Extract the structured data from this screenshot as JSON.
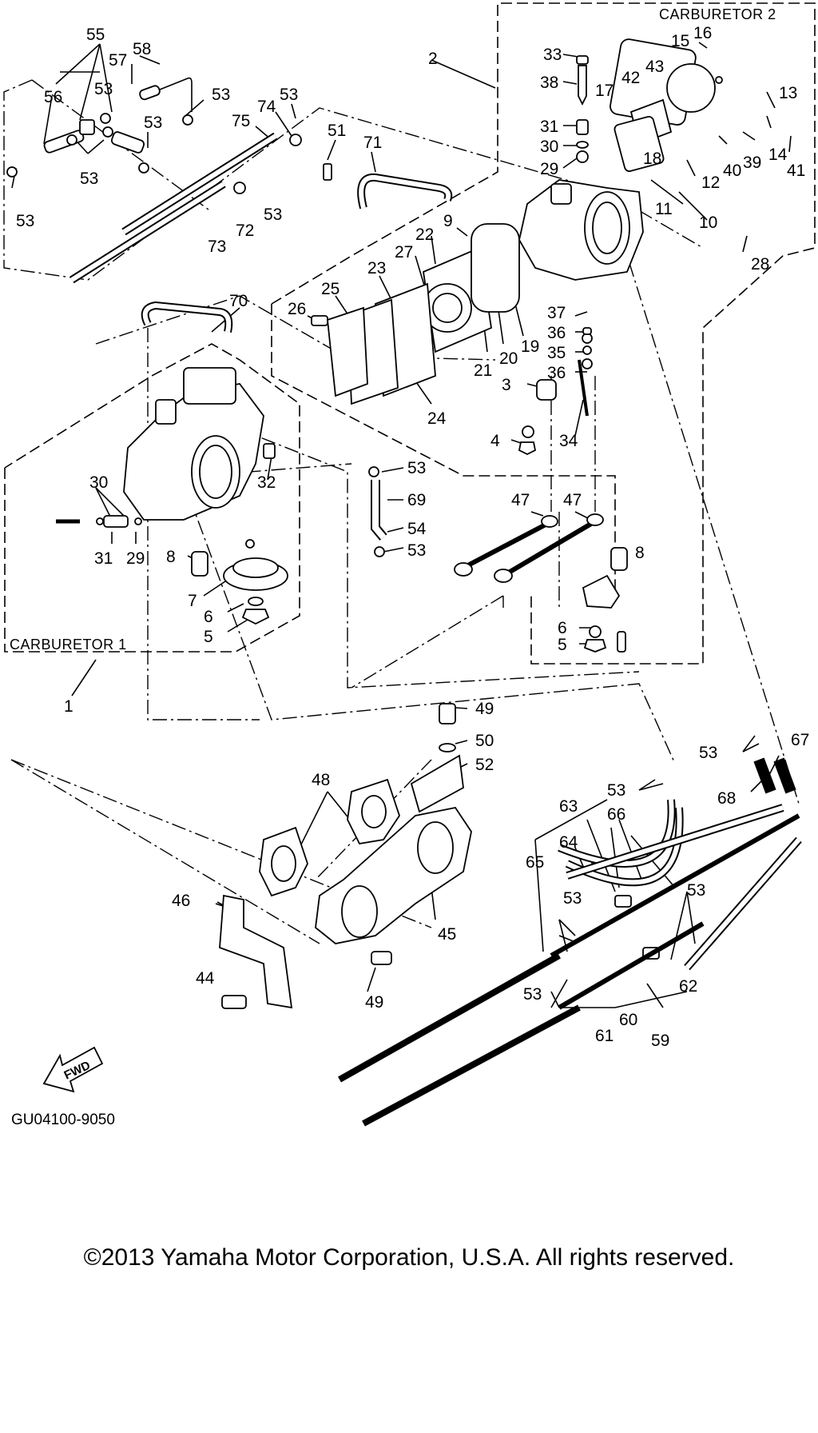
{
  "boxes": {
    "carburetor1": "CARBURETOR 1",
    "carburetor2": "CARBURETOR 2"
  },
  "drawing_code": "GU04100-9050",
  "fwd_label": "FWD",
  "copyright": "©2013 Yamaha Motor Corporation, U.S.A. All rights reserved.",
  "callouts": [
    "55",
    "58",
    "57",
    "56",
    "53",
    "53",
    "53",
    "53",
    "53",
    "75",
    "74",
    "53",
    "53",
    "72",
    "73",
    "51",
    "71",
    "2",
    "33",
    "38",
    "31",
    "30",
    "29",
    "15",
    "16",
    "17",
    "42",
    "43",
    "13",
    "14",
    "39",
    "40",
    "41",
    "18",
    "12",
    "11",
    "10",
    "9",
    "22",
    "27",
    "23",
    "25",
    "26",
    "19",
    "20",
    "21",
    "24",
    "37",
    "36",
    "35",
    "36",
    "3",
    "34",
    "4",
    "28",
    "70",
    "30",
    "31",
    "29",
    "32",
    "8",
    "7",
    "6",
    "5",
    "1",
    "53",
    "69",
    "54",
    "53",
    "47",
    "47",
    "8",
    "6",
    "5",
    "49",
    "50",
    "52",
    "48",
    "46",
    "44",
    "45",
    "49",
    "53",
    "67",
    "68",
    "53",
    "63",
    "66",
    "64",
    "65",
    "53",
    "53",
    "59",
    "60",
    "61",
    "62",
    "53"
  ]
}
